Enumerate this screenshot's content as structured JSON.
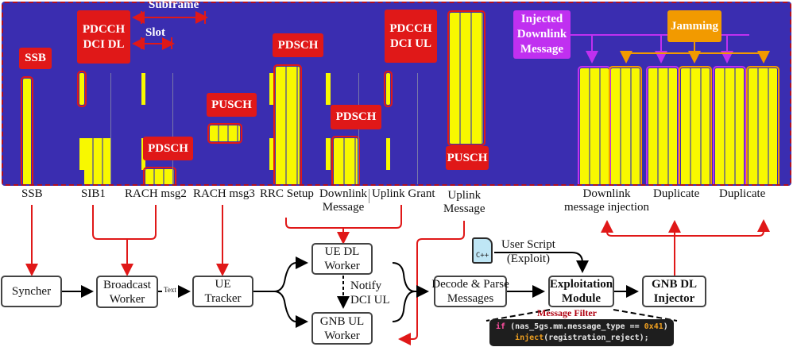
{
  "spectrogram": {
    "labels": {
      "ssb": "SSB",
      "pdcch_dci_dl": "PDCCH\nDCI DL",
      "pdsch_rach2": "PDSCH",
      "pusch_rach3": "PUSCH",
      "pdsch_rrc": "PDSCH",
      "pdsch_dl": "PDSCH",
      "pdcch_dci_ul": "PDCCH\nDCI UL",
      "pusch_ul": "PUSCH",
      "injected": "Injected\nDownlink\nMessage",
      "jamming": "Jamming"
    },
    "annotations": {
      "subframe": "Subframe",
      "slot": "Slot"
    },
    "colors": {
      "background": "#3a2db0",
      "signal": "#f8f800",
      "label_red": "#e01818",
      "injected_purple": "#c030f0",
      "jamming_orange": "#f29a00"
    }
  },
  "captions": {
    "ssb": "SSB",
    "sib1": "SIB1",
    "rach2": "RACH msg2",
    "rach3": "RACH msg3",
    "rrc": "RRC Setup",
    "dl_msg": "Downlink\nMessage",
    "ul_grant": "Uplink Grant",
    "ul_msg": "Uplink\nMessage",
    "dl_inject": "Downlink\nmessage injection",
    "dup1": "Duplicate",
    "dup2": "Duplicate"
  },
  "pipeline": {
    "syncher": "Syncher",
    "broadcast": "Broadcast\nWorker",
    "text_edge": "Text",
    "ue_tracker": "UE\nTracker",
    "ue_dl": "UE DL\nWorker",
    "notify": "Notify\nDCI UL",
    "gnb_ul": "GNB UL\nWorker",
    "decode": "Decode & Parse\nMessages",
    "user_script": "User Script\n(Exploit)",
    "script_icon": "C++",
    "exploit": "Exploitation\nModule",
    "gnb_dl": "GNB DL\nInjector",
    "filter_title": "Message Filter",
    "code_line1_kw": "if",
    "code_line1_rest": " (nas_5gs.mm.message_type == ",
    "code_line1_num": "0x41",
    "code_line1_end": ")",
    "code_line2_indent": "    ",
    "code_line2_fn": "inject",
    "code_line2_rest": "(registration_reject);"
  }
}
